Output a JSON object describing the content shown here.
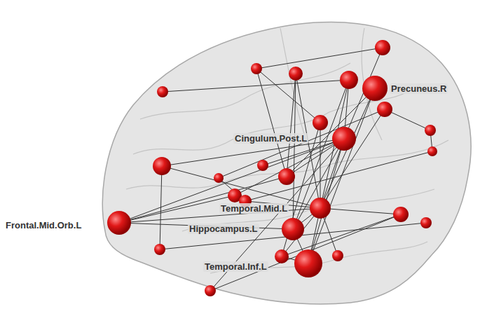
{
  "diagram": {
    "labels": [
      "Precuneus.R",
      "Cingulum.Post.L",
      "Temporal.Mid.L",
      "Frontal.Mid.Orb.L",
      "Hippocampus.L",
      "Temporal.Inf.L"
    ]
  }
}
